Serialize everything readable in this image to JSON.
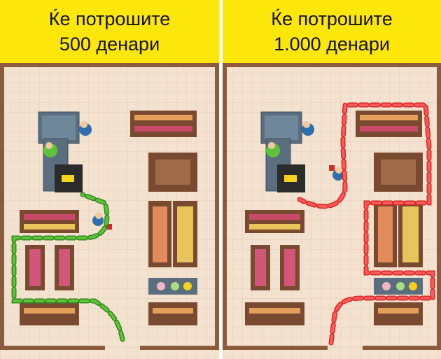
{
  "panels": [
    {
      "title_line1": "Ќе потрошите",
      "title_line2": "500 денари",
      "path_color": "#5fc23a",
      "path_edge_color": "#2f8a1e",
      "path_description": "short-route"
    },
    {
      "title_line1": "Ќе потрошите",
      "title_line2": "1.000 денари",
      "path_color": "#ff5a5a",
      "path_edge_color": "#d62828",
      "path_description": "long-route"
    }
  ],
  "colors": {
    "banner": "#fde60a",
    "floor": "#f3e2cf",
    "floor_grid": "#e6cfb7",
    "wall": "#8c5b3e",
    "shelf": "#7a4a30",
    "counter": "#5a6e80",
    "register": "#2b2b2b"
  },
  "icons": {
    "cashier": "cashier-figure-icon",
    "shopper": "shopper-figure-icon",
    "basket": "shopping-basket-icon"
  }
}
